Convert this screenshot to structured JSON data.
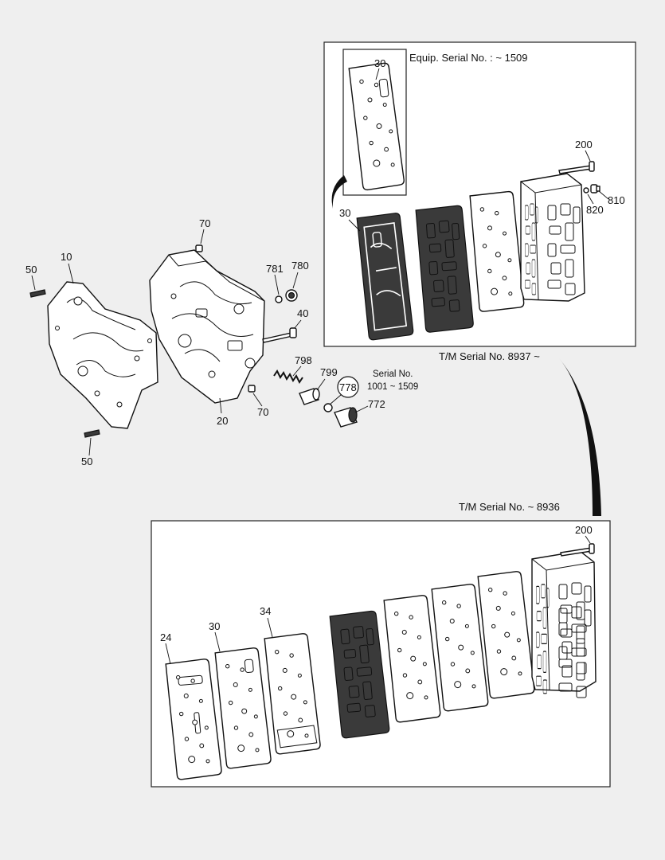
{
  "labels": {
    "p10": "10",
    "p20": "20",
    "p24": "24",
    "p30a": "30",
    "p30b": "30",
    "p30c": "30",
    "p34": "34",
    "p40": "40",
    "p50a": "50",
    "p50b": "50",
    "p70a": "70",
    "p70b": "70",
    "p200a": "200",
    "p200b": "200",
    "p772": "772",
    "p778": "778",
    "p780": "780",
    "p781": "781",
    "p798": "798",
    "p799": "799",
    "p810": "810",
    "p820": "820"
  },
  "notes": {
    "equip_serial": "Equip. Serial No. :   ~ 1509",
    "serial_no_title": "Serial No.",
    "serial_no_range": "1001 ~ 1509",
    "tm_serial_new": "T/M Serial No. 8937 ~",
    "tm_serial_old": "T/M Serial No. ~ 8936"
  }
}
